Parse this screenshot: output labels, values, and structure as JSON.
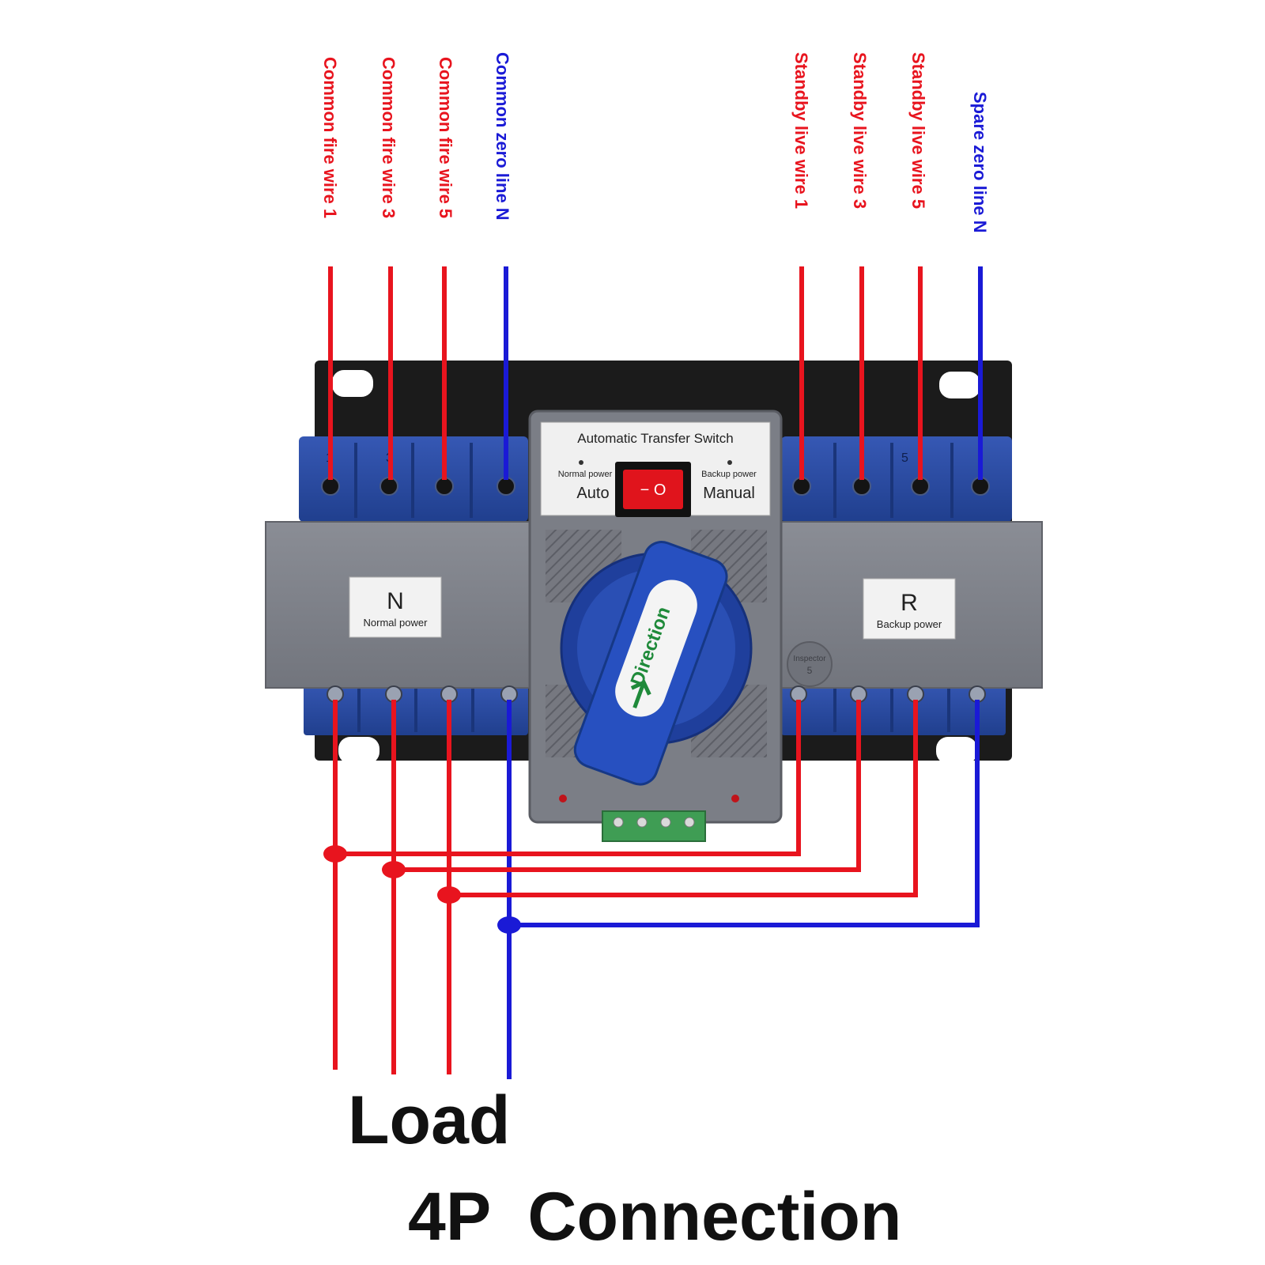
{
  "colors": {
    "live_wire": "#e8141e",
    "neutral_wire": "#1a1ad6",
    "housing_grey": "#7d8088",
    "housing_blue": "#2b4fa8",
    "mount_plate": "#1c1c1c"
  },
  "top_labels": {
    "common_fire_1": "Common fire wire 1",
    "common_fire_3": "Common fire wire 3",
    "common_fire_5": "Common fire wire 5",
    "common_zero": "Common zero line N",
    "standby_live_1": "Standby live wire 1",
    "standby_live_3": "Standby live wire 3",
    "standby_live_5": "Standby live wire 5",
    "spare_zero": "Spare zero line N"
  },
  "device": {
    "title": "Automatic Transfer Switch",
    "normal_power_small": "Normal power",
    "backup_power_small": "Backup power",
    "auto_label": "Auto",
    "manual_label": "Manual",
    "rocker_symbols": "− O",
    "handle_label": "Direction",
    "left_panel_letter": "N",
    "left_panel_caption": "Normal power",
    "right_panel_letter": "R",
    "right_panel_caption": "Backup power",
    "inspector_text": "Inspector",
    "inspector_number": "5",
    "terminal_numbers": [
      "1",
      "3",
      "5"
    ]
  },
  "bottom": {
    "load_label": "Load",
    "caption": "4P  Connection"
  }
}
